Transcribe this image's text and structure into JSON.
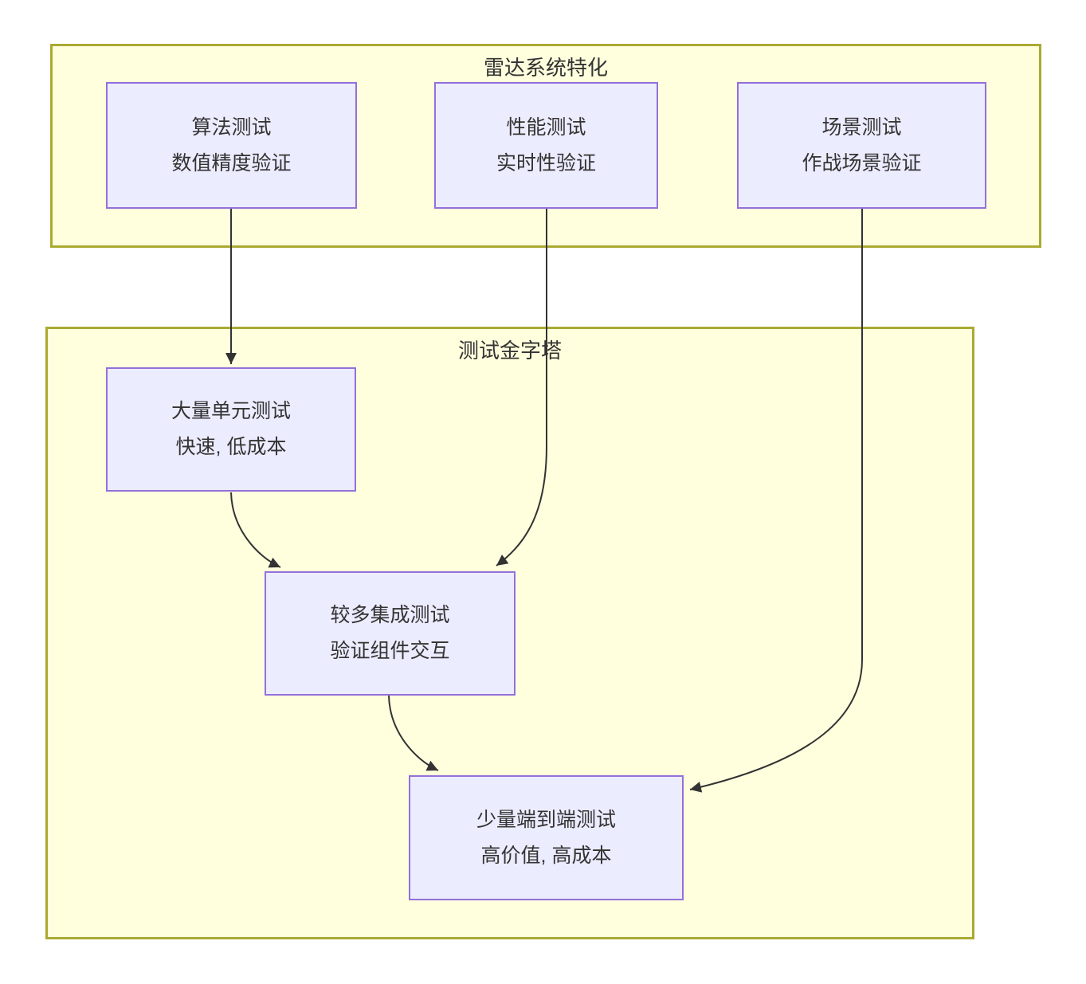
{
  "diagram": {
    "type": "flowchart-top-down",
    "background_color": "#ffffff",
    "clusters": [
      {
        "id": "radar-specialization",
        "title": "雷达系统特化"
      },
      {
        "id": "test-pyramid",
        "title": "测试金字塔"
      }
    ],
    "nodes": {
      "algorithm": {
        "line1": "算法测试",
        "line2": "数值精度验证",
        "cluster": "radar-specialization"
      },
      "performance": {
        "line1": "性能测试",
        "line2": "实时性验证",
        "cluster": "radar-specialization"
      },
      "scenario": {
        "line1": "场景测试",
        "line2": "作战场景验证",
        "cluster": "radar-specialization"
      },
      "unit": {
        "line1": "大量单元测试",
        "line2": "快速, 低成本",
        "cluster": "test-pyramid"
      },
      "integration": {
        "line1": "较多集成测试",
        "line2": "验证组件交互",
        "cluster": "test-pyramid"
      },
      "e2e": {
        "line1": "少量端到端测试",
        "line2": "高价值, 高成本",
        "cluster": "test-pyramid"
      }
    },
    "edges": [
      {
        "from": "algorithm",
        "to": "unit",
        "style": "arrow"
      },
      {
        "from": "performance",
        "to": "integration",
        "style": "arrow"
      },
      {
        "from": "scenario",
        "to": "e2e",
        "style": "arrow"
      },
      {
        "from": "unit",
        "to": "integration",
        "style": "arrow"
      },
      {
        "from": "integration",
        "to": "e2e",
        "style": "arrow"
      }
    ],
    "colors": {
      "cluster_fill": "#ffffde",
      "cluster_border": "#aaaa33",
      "node_fill": "#ececff",
      "node_border": "#9370db",
      "edge_stroke": "#333333",
      "text": "#333333"
    }
  }
}
